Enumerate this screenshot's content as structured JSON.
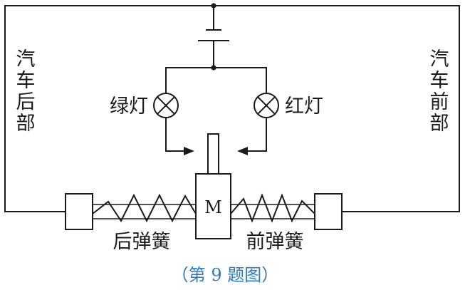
{
  "labels": {
    "car_rear": [
      "汽",
      "车",
      "后",
      "部"
    ],
    "car_front": [
      "汽",
      "车",
      "前",
      "部"
    ],
    "green_lamp": "绿灯",
    "red_lamp": "红灯",
    "block_m": "M",
    "rear_spring": "后弹簧",
    "front_spring": "前弹簧"
  },
  "caption": "（第 9 题图）",
  "colors": {
    "line": "#1a1a1a",
    "caption": "#2b7bc0"
  }
}
